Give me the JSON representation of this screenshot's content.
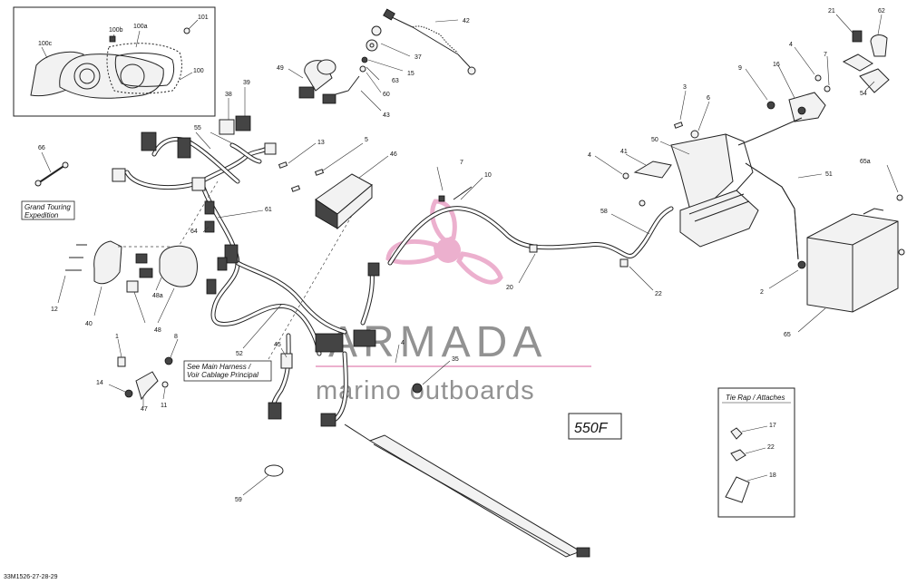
{
  "diagram": {
    "document_number": "33M1526-27-28-29",
    "model_label": "550F",
    "notes": {
      "grand_touring": [
        "Grand Touring",
        "Expedition"
      ],
      "main_harness": [
        "See Main Harness /",
        "Voir Cablage Principal"
      ],
      "tie_rap_title": "Tie Rap / Attaches"
    },
    "watermark": {
      "brand": "ARMADA",
      "tagline": "marino outboards",
      "colors": {
        "pink": "#e9a3c6",
        "gray": "#7f7f7f"
      }
    },
    "callouts": {
      "c100c": "100c",
      "c100b": "100b",
      "c100a": "100a",
      "c101": "101",
      "c100": "100",
      "c42": "42",
      "c37": "37",
      "c15": "15",
      "c63": "63",
      "c60": "60",
      "c43": "43",
      "c49": "49",
      "c38": "38",
      "c39": "39",
      "c55": "55",
      "c13": "13",
      "c5": "5",
      "c46": "46",
      "c66": "66",
      "c61": "61",
      "c64": "64",
      "c12": "12",
      "c40": "40",
      "c48a": "48a",
      "c48": "48",
      "c52": "52",
      "c45": "45",
      "c1": "1",
      "c8": "8",
      "c14": "14",
      "c47": "47",
      "c11": "11",
      "c59": "59",
      "c7": "7",
      "c10": "10",
      "c20": "20",
      "c4": "4",
      "c35": "35",
      "c41": "41",
      "c4b": "4",
      "c50": "50",
      "c3": "3",
      "c6": "6",
      "c58": "58",
      "c22": "22",
      "c9": "9",
      "c16": "16",
      "c4c": "4",
      "c7b": "7",
      "c21": "21",
      "c62": "62",
      "c54": "54",
      "c51": "51",
      "c65a": "65a",
      "c2": "2",
      "c65": "65",
      "c17": "17",
      "c22b": "22",
      "c18": "18"
    }
  }
}
